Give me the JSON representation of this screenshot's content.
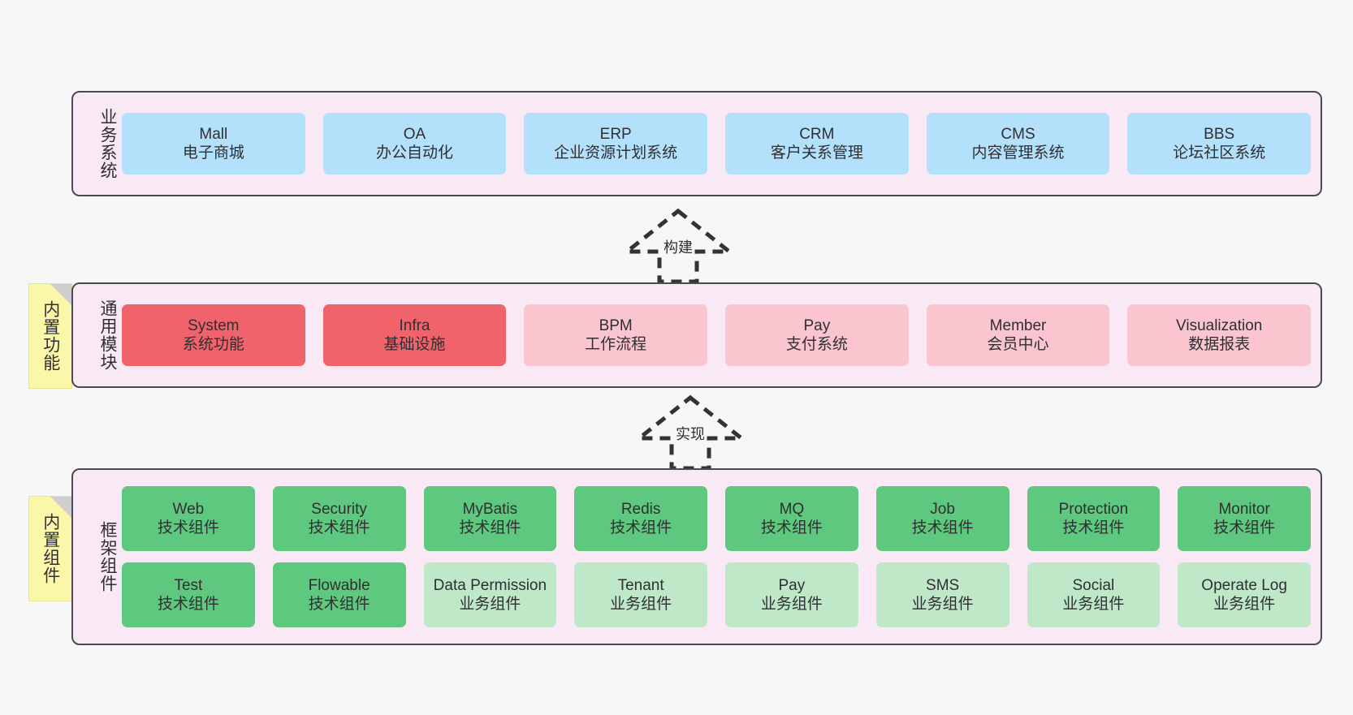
{
  "diagram": {
    "background_color": "#f7f7f7",
    "band_fill": "#f9e9f4",
    "band_border": "#4a4a52",
    "note_fill": "#fbf7a8"
  },
  "layers": [
    {
      "id": "business",
      "label": "业务系统",
      "rows": [
        {
          "cells": [
            {
              "title": "Mall",
              "subtitle": "电子商城",
              "color": "#b3e0fb"
            },
            {
              "title": "OA",
              "subtitle": "办公自动化",
              "color": "#b3e0fb"
            },
            {
              "title": "ERP",
              "subtitle": "企业资源计划系统",
              "color": "#b3e0fb"
            },
            {
              "title": "CRM",
              "subtitle": "客户关系管理",
              "color": "#b3e0fb"
            },
            {
              "title": "CMS",
              "subtitle": "内容管理系统",
              "color": "#b3e0fb"
            },
            {
              "title": "BBS",
              "subtitle": "论坛社区系统",
              "color": "#b3e0fb"
            }
          ]
        }
      ]
    },
    {
      "id": "common",
      "label": "通用模块",
      "note": "内置功能",
      "rows": [
        {
          "cells": [
            {
              "title": "System",
              "subtitle": "系统功能",
              "color": "#f1636a"
            },
            {
              "title": "Infra",
              "subtitle": "基础设施",
              "color": "#f1636a"
            },
            {
              "title": "BPM",
              "subtitle": "工作流程",
              "color": "#fac5ce"
            },
            {
              "title": "Pay",
              "subtitle": "支付系统",
              "color": "#fac5ce"
            },
            {
              "title": "Member",
              "subtitle": "会员中心",
              "color": "#fac5ce"
            },
            {
              "title": "Visualization",
              "subtitle": "数据报表",
              "color": "#fac5ce"
            }
          ]
        }
      ]
    },
    {
      "id": "framework",
      "label": "框架组件",
      "note": "内置组件",
      "rows": [
        {
          "cells": [
            {
              "title": "Web",
              "subtitle": "技术组件",
              "color": "#5fc87f"
            },
            {
              "title": "Security",
              "subtitle": "技术组件",
              "color": "#5fc87f"
            },
            {
              "title": "MyBatis",
              "subtitle": "技术组件",
              "color": "#5fc87f"
            },
            {
              "title": "Redis",
              "subtitle": "技术组件",
              "color": "#5fc87f"
            },
            {
              "title": "MQ",
              "subtitle": "技术组件",
              "color": "#5fc87f"
            },
            {
              "title": "Job",
              "subtitle": "技术组件",
              "color": "#5fc87f"
            },
            {
              "title": "Protection",
              "subtitle": "技术组件",
              "color": "#5fc87f"
            },
            {
              "title": "Monitor",
              "subtitle": "技术组件",
              "color": "#5fc87f"
            }
          ]
        },
        {
          "cells": [
            {
              "title": "Test",
              "subtitle": "技术组件",
              "color": "#5fc87f"
            },
            {
              "title": "Flowable",
              "subtitle": "技术组件",
              "color": "#5fc87f"
            },
            {
              "title": "Data Permission",
              "subtitle": "业务组件",
              "color": "#bfe8c9"
            },
            {
              "title": "Tenant",
              "subtitle": "业务组件",
              "color": "#bfe8c9"
            },
            {
              "title": "Pay",
              "subtitle": "业务组件",
              "color": "#bfe8c9"
            },
            {
              "title": "SMS",
              "subtitle": "业务组件",
              "color": "#bfe8c9"
            },
            {
              "title": "Social",
              "subtitle": "业务组件",
              "color": "#bfe8c9"
            },
            {
              "title": "Operate Log",
              "subtitle": "业务组件",
              "color": "#bfe8c9"
            }
          ]
        }
      ]
    }
  ],
  "connectors": [
    {
      "id": "build",
      "label": "构建",
      "style": "dashed-hollow-arrow",
      "direction": "up"
    },
    {
      "id": "implement",
      "label": "实现",
      "style": "dashed-hollow-arrow",
      "direction": "up"
    }
  ]
}
